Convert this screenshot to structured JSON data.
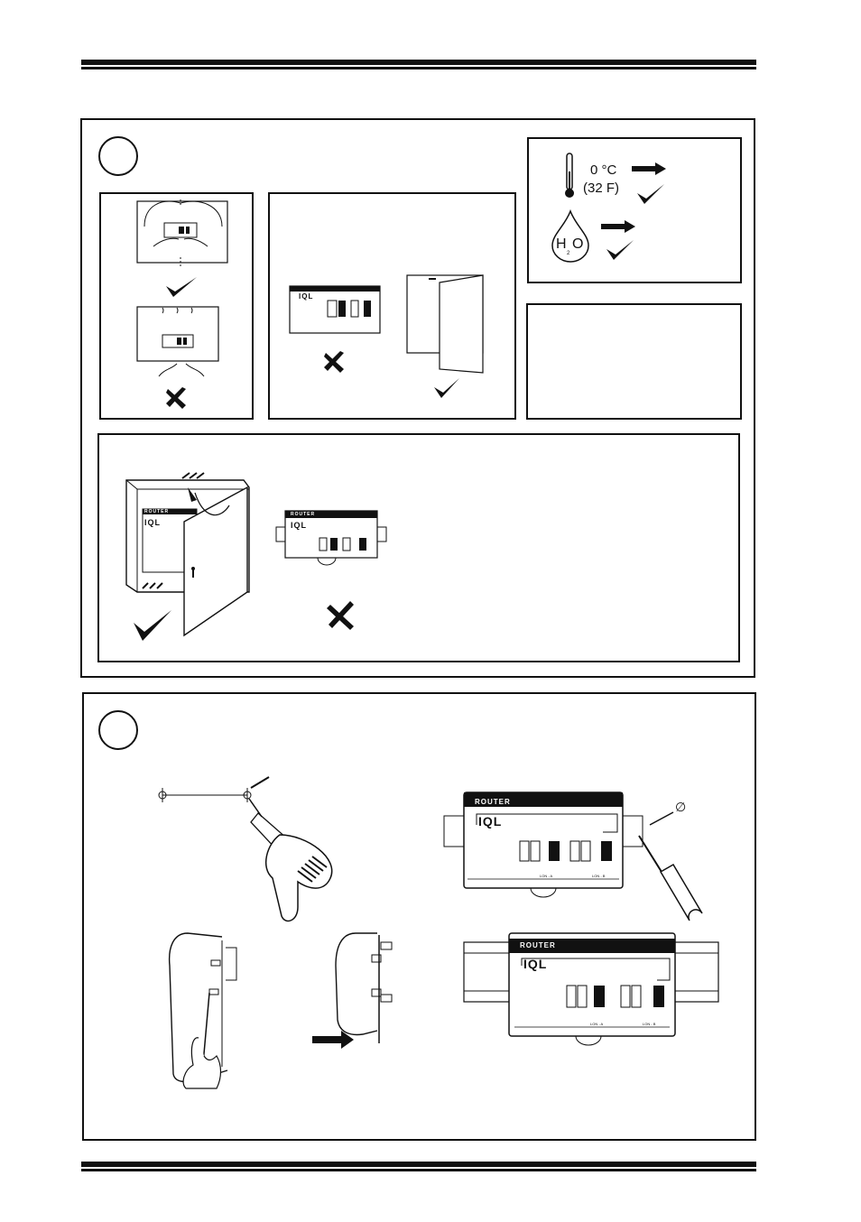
{
  "temperature": {
    "celsius": "0 °C",
    "fahrenheit": "(32  F)"
  },
  "water": {
    "formula_h": "H",
    "formula_o": "O",
    "subscript": "2"
  },
  "device": {
    "label": "ROUTER",
    "brand": "IQL",
    "port_a": "LON - A",
    "port_b": "LON - B"
  },
  "icons": {
    "check": "check-mark-icon",
    "cross": "cross-mark-icon",
    "arrow": "right-arrow-icon",
    "diameter": "diameter-symbol"
  },
  "diameter_symbol": "∅"
}
